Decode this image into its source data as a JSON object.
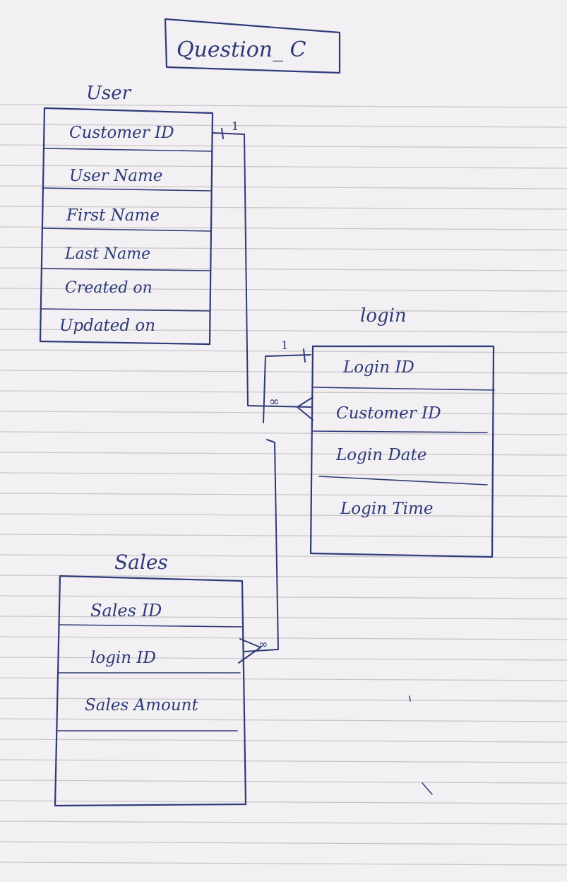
{
  "title": "Question_ C",
  "entities": {
    "user": {
      "name": "User",
      "fields": [
        "Customer ID",
        "User Name",
        "First Name",
        "Last Name",
        "Created on",
        "Updated on"
      ]
    },
    "login": {
      "name": "login",
      "fields": [
        "Login ID",
        "Customer ID",
        "Login Date",
        "Login Time"
      ]
    },
    "sales": {
      "name": "Sales",
      "fields": [
        "Sales ID",
        "login ID",
        "Sales Amount",
        ""
      ]
    }
  },
  "relationships": [
    {
      "from": "User.Customer ID",
      "to": "login.Customer ID",
      "from_cardinality": "1",
      "to_cardinality": "∞"
    },
    {
      "from": "login.Login ID",
      "to": "Sales.login ID",
      "from_cardinality": "1",
      "to_cardinality": "∞"
    }
  ]
}
